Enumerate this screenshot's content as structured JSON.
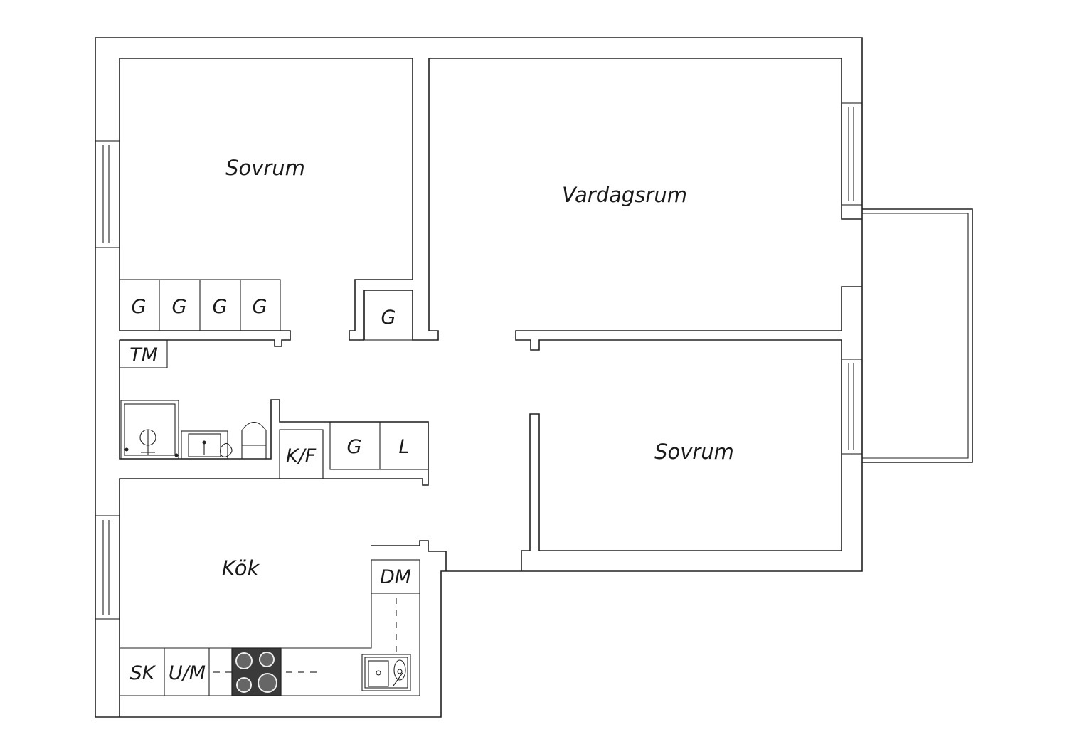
{
  "rooms": {
    "bedroom_top": "Sovrum",
    "living_room": "Vardagsrum",
    "bedroom_right": "Sovrum",
    "kitchen": "Kök"
  },
  "fixtures": {
    "wardrobe_1": "G",
    "wardrobe_2": "G",
    "wardrobe_3": "G",
    "wardrobe_4": "G",
    "wardrobe_5": "G",
    "tm": "TM",
    "kf": "K/F",
    "wardrobe_6": "G",
    "linen": "L",
    "dm": "DM",
    "sk": "SK",
    "um": "U/M"
  },
  "icons": [
    "shower-icon",
    "washbasin-icon",
    "toilet-icon",
    "stove-icon",
    "sink-icon",
    "window-icon"
  ],
  "colors": {
    "line": "#222222",
    "stove": "#3a3a3a",
    "background": "#ffffff"
  }
}
